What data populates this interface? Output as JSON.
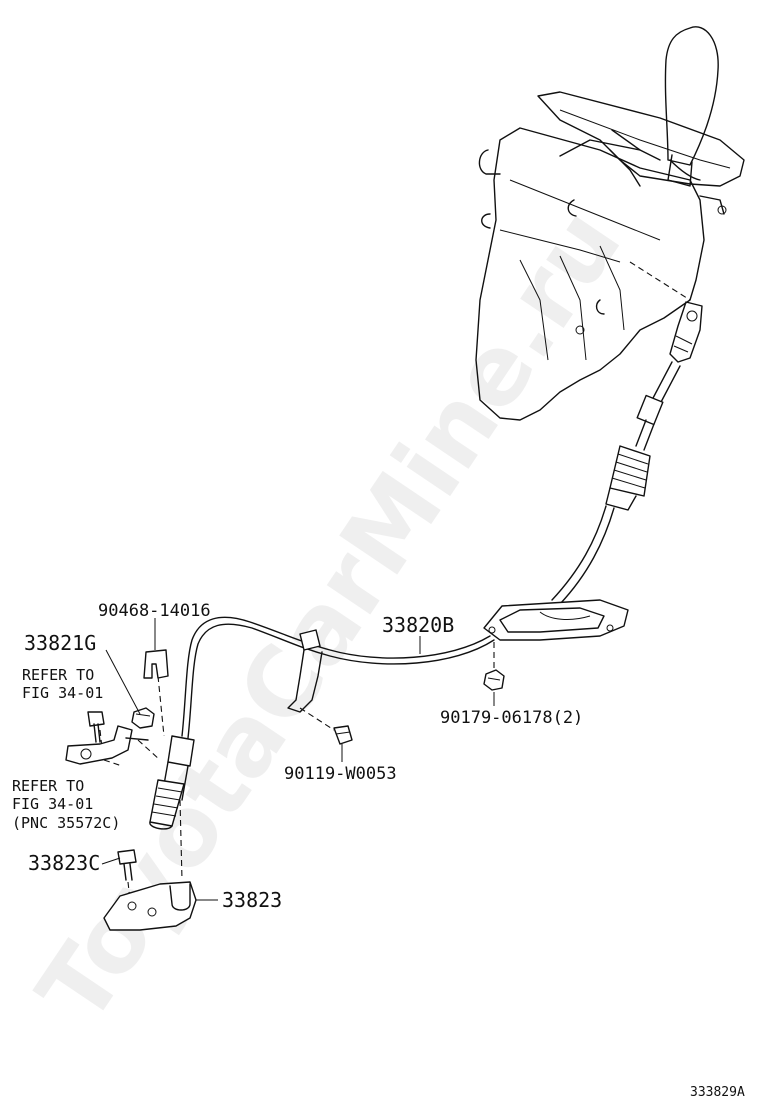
{
  "watermark": "ToyotaCarMine.ru",
  "diagram_code": "333829A",
  "labels": {
    "p_90468": "90468-14016",
    "p_33821G": "33821G",
    "refer1_line1": "REFER TO",
    "refer1_line2": "FIG 34-01",
    "refer2_line1": "REFER TO",
    "refer2_line2": "FIG 34-01",
    "refer2_line3": "(PNC 35572C)",
    "p_33823C": "33823C",
    "p_33823": "33823",
    "p_33820B": "33820B",
    "p_90179": "90179-06178(2)",
    "p_90119": "90119-W0053"
  }
}
